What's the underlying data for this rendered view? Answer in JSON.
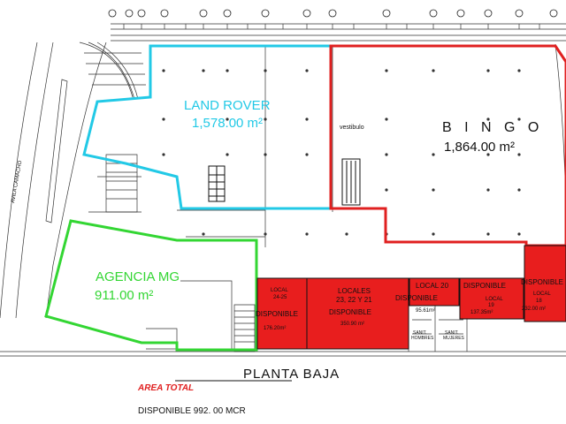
{
  "zones": {
    "land_rover": {
      "name": "LAND ROVER",
      "area": "1,578.00 m²",
      "color": "#22c9e6"
    },
    "bingo": {
      "name": "B I N G O",
      "area": "1,864.00 m²",
      "color": "#e02020"
    },
    "agencia_mg": {
      "name": "AGENCIA MG",
      "area": "911.00 m²",
      "color": "#33d633"
    }
  },
  "vestibulo": "vestibulo",
  "street": "AVILA CAMACHO",
  "locales": [
    {
      "title": "LOCAL\n24-25",
      "status": "DISPONIBLE",
      "area": "176.20m²"
    },
    {
      "title": "LOCALES\n23, 22 Y 21",
      "status": "DISPONIBLE",
      "area": "350.90 m²"
    },
    {
      "title": "LOCAL 20",
      "status": "DISPONIBLE",
      "area": "95.61m²"
    },
    {
      "title": "LOCAL\n19",
      "status": "DISPONIBLE",
      "area": "137.35m²"
    },
    {
      "title": "LOCAL\n18",
      "status": "DISPONIBLE",
      "area": "232.00 m²"
    }
  ],
  "restrooms": {
    "men": "SANIT.\nHOMBRES",
    "women": "SANIT.\nMUJERES"
  },
  "plan_title": "PLANTA BAJA",
  "area_total_label": "AREA TOTAL",
  "disponible_total": "DISPONIBLE 992. 00  MCR",
  "colors": {
    "available_fill": "#e81e1e",
    "outline_red": "#e02020",
    "outline_cyan": "#22c9e6",
    "outline_green": "#33d633",
    "linework": "#222222"
  }
}
